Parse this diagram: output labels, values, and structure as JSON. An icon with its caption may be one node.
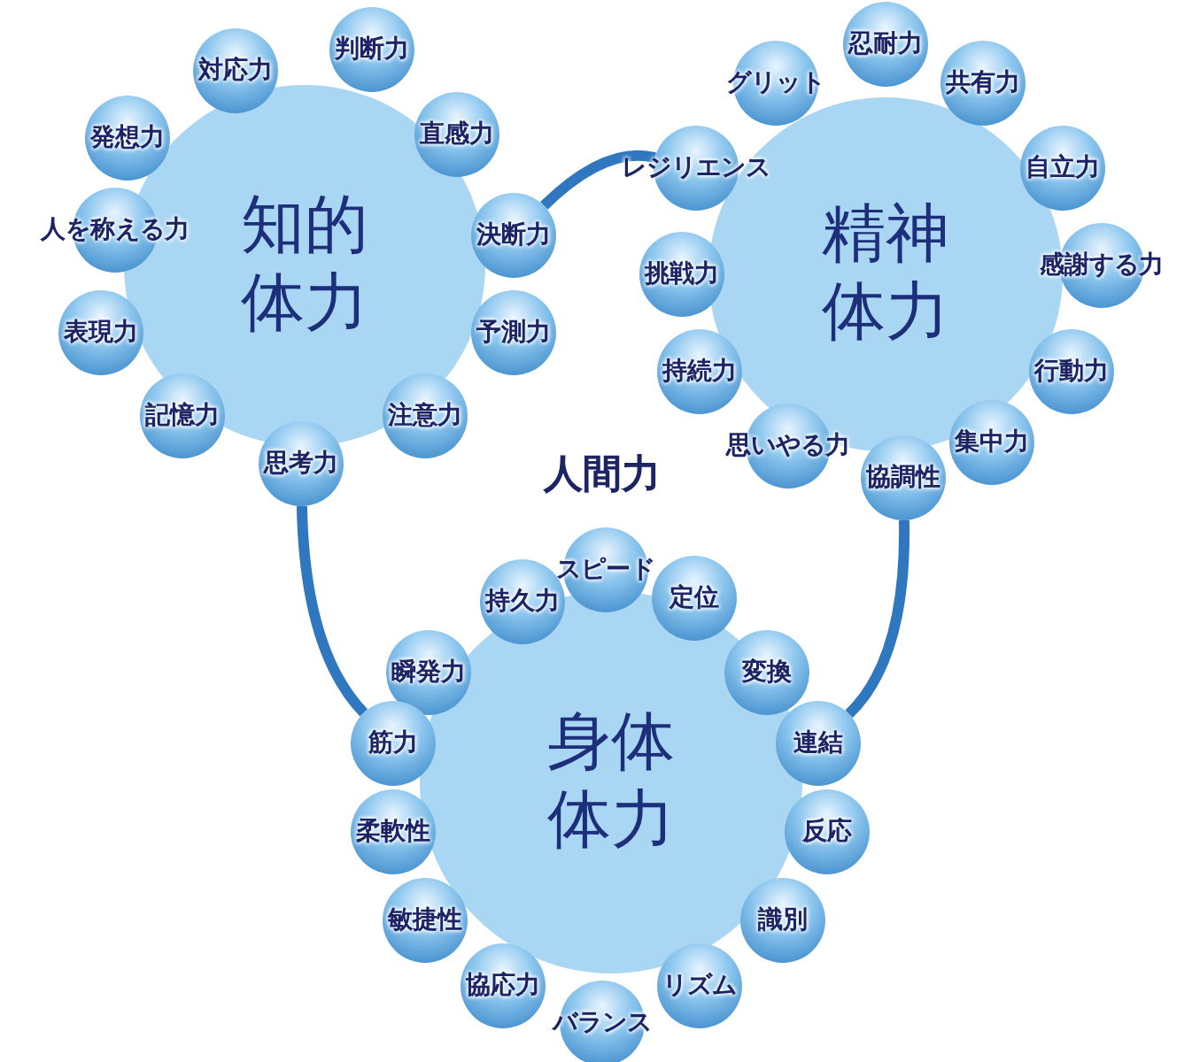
{
  "diagram": {
    "nodes": [
      {
        "text": [
          "知的体力"
        ]
      },
      {
        "text": [
          "対応力"
        ]
      },
      {
        "text": [
          "判断力"
        ]
      },
      {
        "text": [
          "発想力"
        ]
      },
      {
        "text": [
          "直感力"
        ]
      },
      {
        "text": [
          "人を称える力"
        ]
      },
      {
        "text": [
          "決断力"
        ]
      },
      {
        "text": [
          "表現力"
        ]
      },
      {
        "text": [
          "予測力"
        ]
      },
      {
        "text": [
          "記憶力"
        ]
      },
      {
        "text": [
          "注意力"
        ]
      },
      {
        "text": [
          "思考力"
        ]
      },
      {
        "text": [
          "精神体力"
        ]
      },
      {
        "text": [
          "忍耐力"
        ]
      },
      {
        "text": [
          "グリット"
        ]
      },
      {
        "text": [
          "共有力"
        ]
      },
      {
        "text": [
          "レジリエンス"
        ]
      },
      {
        "text": [
          "自立力"
        ]
      },
      {
        "text": [
          "挑戦力"
        ]
      },
      {
        "text": [
          "感謝する力"
        ]
      },
      {
        "text": [
          "持続力"
        ]
      },
      {
        "text": [
          "行動力"
        ]
      },
      {
        "text": [
          "思いやる力"
        ]
      },
      {
        "text": [
          "集中力"
        ]
      },
      {
        "text": [
          "協調性"
        ]
      },
      {
        "text": [
          "身体体力"
        ]
      },
      {
        "text": [
          "スピード"
        ]
      },
      {
        "text": [
          "持久力"
        ]
      },
      {
        "text": [
          "定位"
        ]
      },
      {
        "text": [
          "瞬発力"
        ]
      },
      {
        "text": [
          "変換"
        ]
      },
      {
        "text": [
          "筋力"
        ]
      },
      {
        "text": [
          "連結"
        ]
      },
      {
        "text": [
          "柔軟性"
        ]
      },
      {
        "text": [
          "反応"
        ]
      },
      {
        "text": [
          "敏捷性"
        ]
      },
      {
        "text": [
          "識別"
        ]
      },
      {
        "text": [
          "協応力"
        ]
      },
      {
        "text": [
          "リズム"
        ]
      },
      {
        "text": [
          "バランス"
        ]
      }
    ],
    "edges": [
      {
        "from": 6,
        "to": 16,
        "arrow": "none"
      },
      {
        "from": 11,
        "to": 31,
        "arrow": "none"
      },
      {
        "from": 24,
        "to": 32,
        "arrow": "none"
      }
    ],
    "labels": [
      "人間力"
    ]
  }
}
